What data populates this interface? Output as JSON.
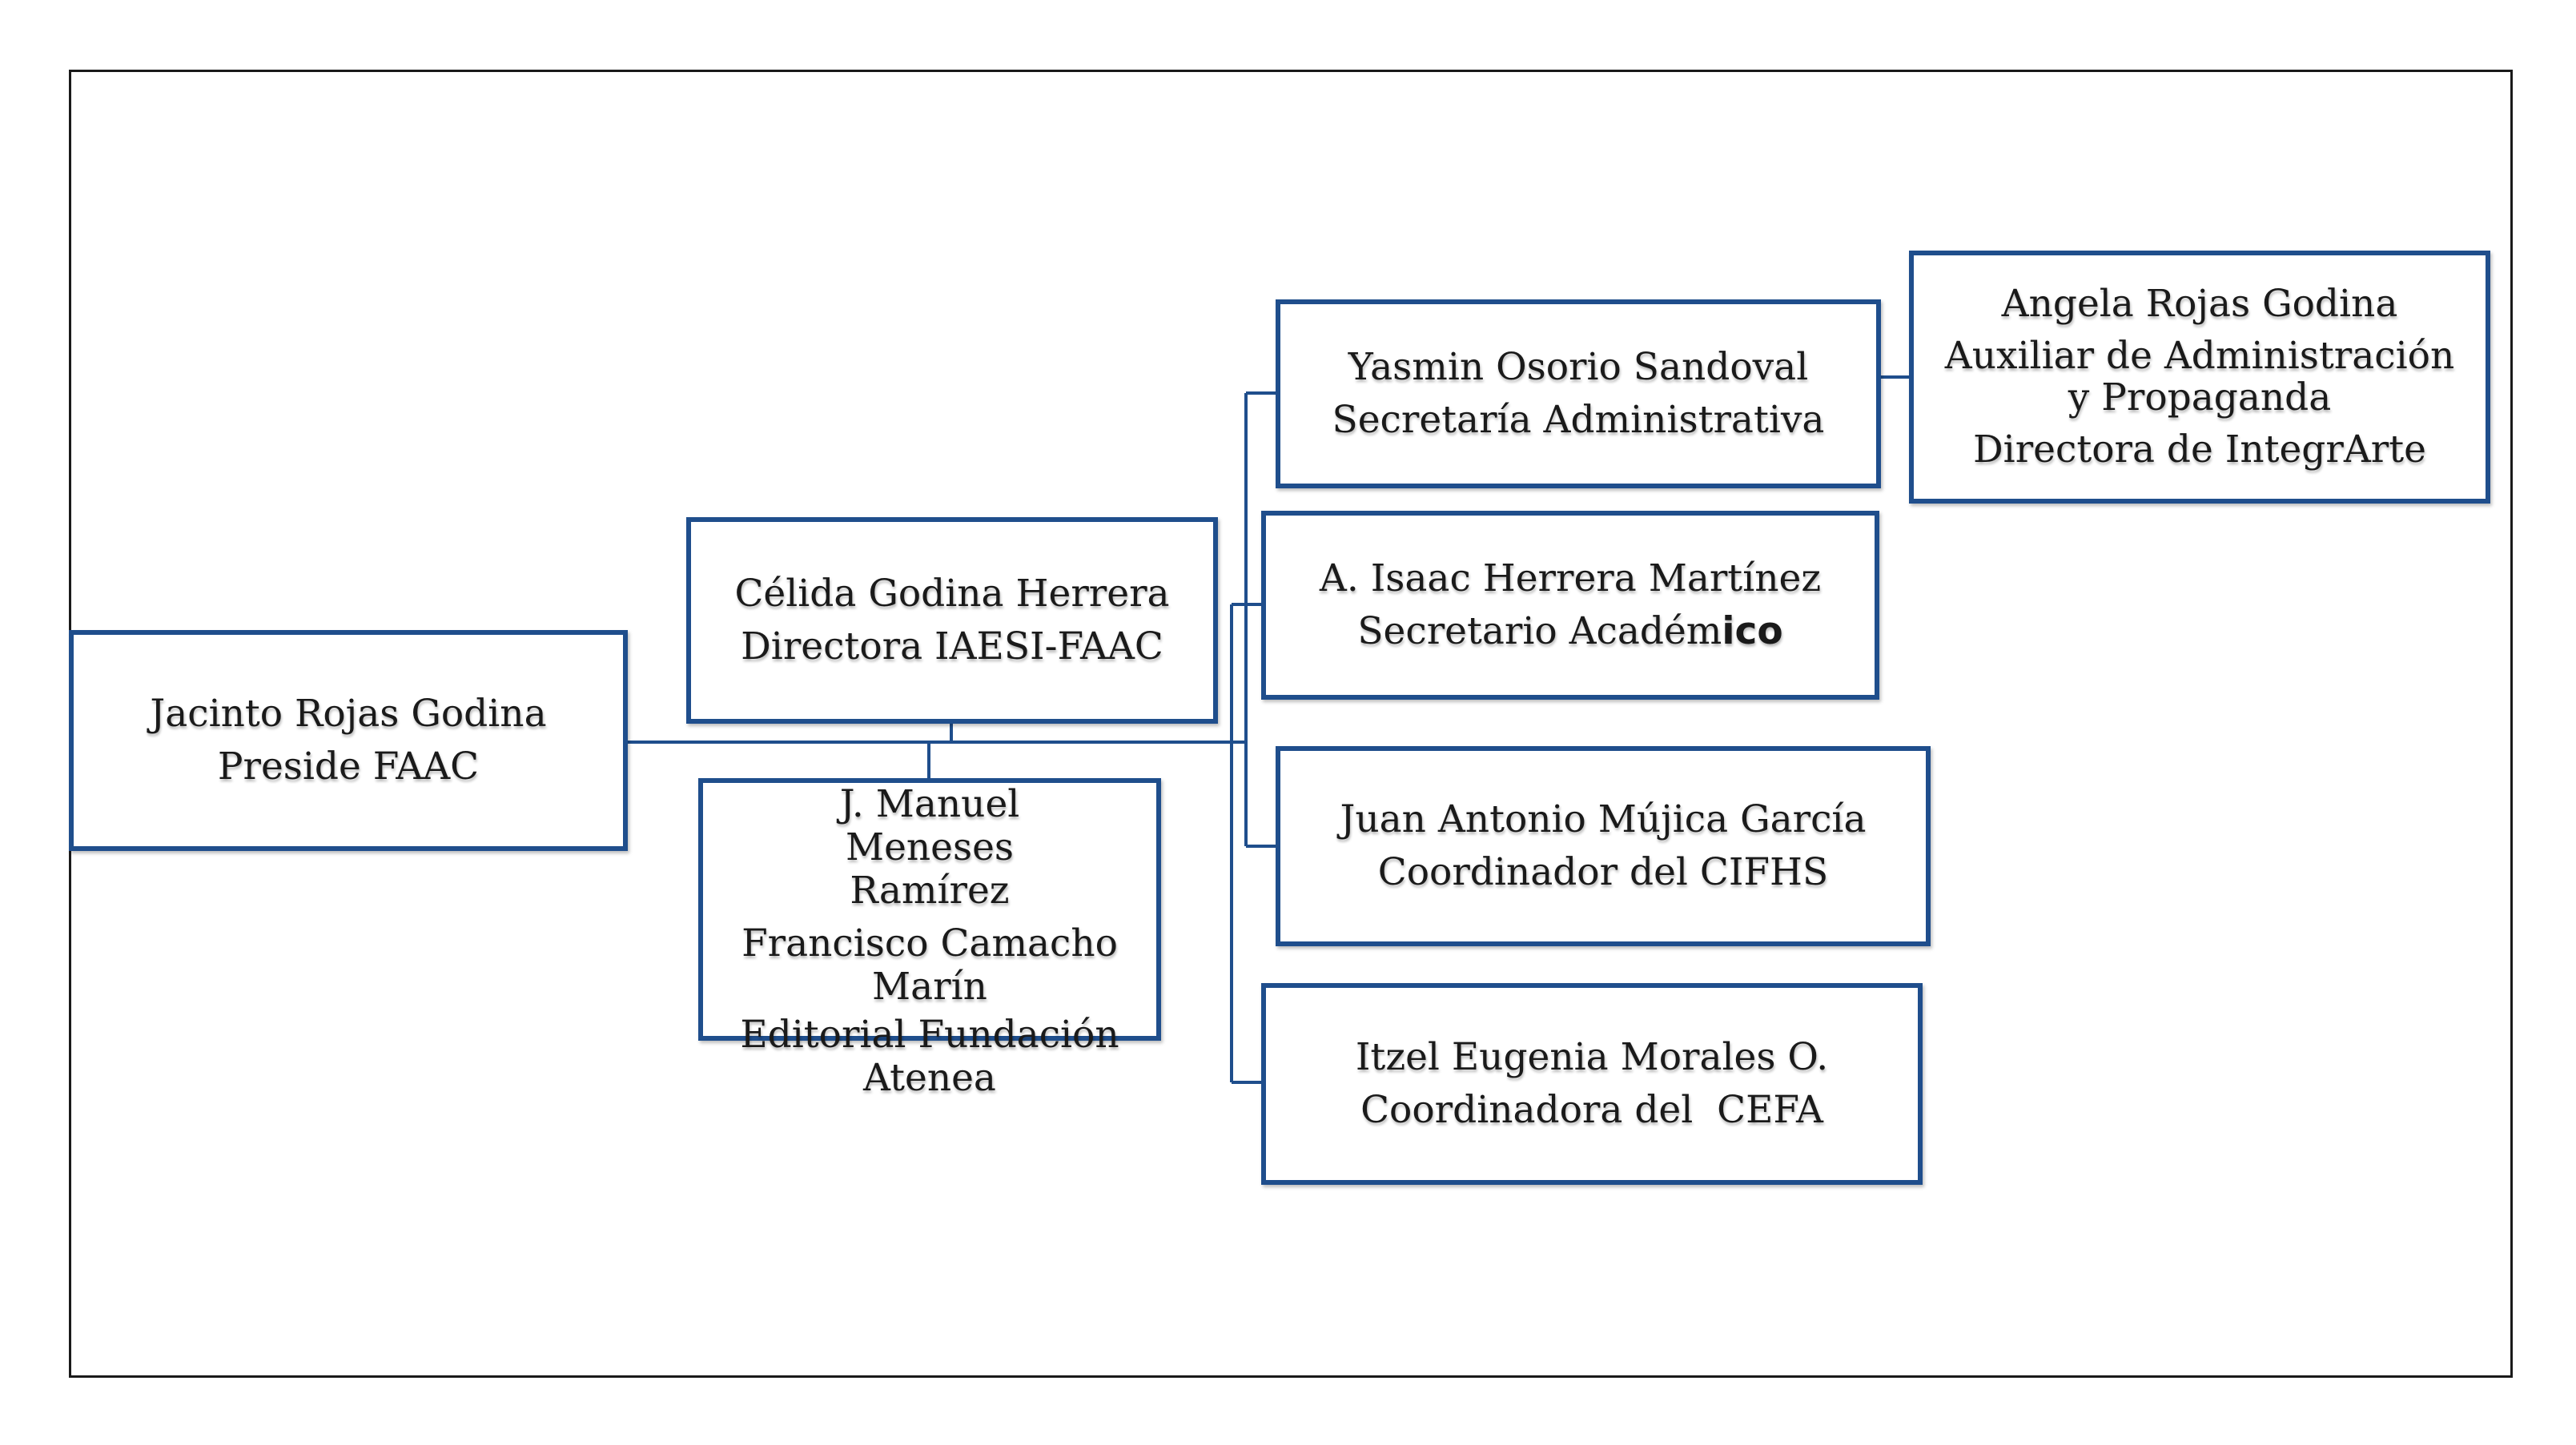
{
  "org_chart": {
    "president": {
      "name": "Jacinto Rojas Godina",
      "role": "Preside FAAC"
    },
    "director": {
      "name": "Célida Godina Herrera",
      "role": "Directora IAESI-FAAC"
    },
    "editorial": {
      "line1": "J. Manuel Meneses Ramírez",
      "line2": "Francisco Camacho Marín",
      "line3": "Editorial Fundación Atenea"
    },
    "admin_secretary": {
      "name": "Yasmin Osorio Sandoval",
      "role": "Secretaría Administrativa"
    },
    "admin_assistant": {
      "name": "Angela Rojas Godina",
      "role": "Auxiliar de Administración y Propaganda",
      "role2": "Directora de IntegrArte"
    },
    "academic_secretary": {
      "name": "A. Isaac Herrera Martínez",
      "role_prefix": "Secretario Académ",
      "role_suffix": "ico"
    },
    "cifhs": {
      "name": "Juan Antonio Mújica García",
      "role": "Coordinador del CIFHS"
    },
    "cefa": {
      "name": "Itzel Eugenia Morales O.",
      "role": "Coordinadora del  CEFA"
    }
  },
  "colors": {
    "box_border": "#1f4e8c",
    "connector": "#1f4e8c",
    "frame": "#1a1a1a"
  }
}
